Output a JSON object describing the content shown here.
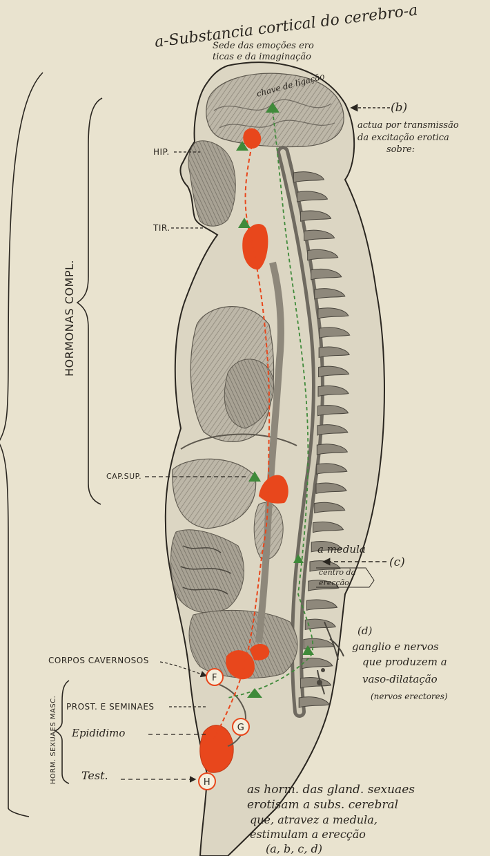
{
  "title": {
    "line1": "a-Substancia cortical do cerebro-a",
    "line2": "Sede das emoções ero",
    "line3": "ticas e da imaginação"
  },
  "brain_label": "chave de ligação",
  "b": {
    "marker": "(b)",
    "line1": "actua por transmissão",
    "line2": "da excitação erotica",
    "line3": "sobre:"
  },
  "left_labels": {
    "hip": "HIP.",
    "tir": "TIR.",
    "cap_sup": "CAP.SUP.",
    "corpos_cavernosos": "CORPOS CAVERNOSOS",
    "prost_seminaes": "PROST. E SEMINAES",
    "epididimo": "Epididimo",
    "test": "Test."
  },
  "vertical_labels": {
    "hormonas_compl": "HORMONAS COMPL.",
    "horm_sexuaes": "HORM. SEXUAES MASC."
  },
  "c": {
    "title": "a medula",
    "marker": "(c)",
    "line1": "centro da",
    "line2": "erecção"
  },
  "d": {
    "marker": "(d)",
    "line1": "ganglio e nervos",
    "line2": "que produzem a",
    "line3": "vaso-dilatação",
    "line4": "(nervos erectores)"
  },
  "circles": {
    "f": "F",
    "g": "G",
    "h": "H"
  },
  "bottom_note": {
    "line1": "as horm. das gland. sexuaes",
    "line2": "erotisam a subs. cerebral",
    "line3": "que, atravez a medula,",
    "line4": "estimulam a erecção",
    "line5": "(a, b, c, d)"
  },
  "colors": {
    "paper": "#e9e3cf",
    "gland": "#e8471c",
    "arrow_green": "#3f8a3a",
    "ink": "#2a2620",
    "body_shade": "#9a958a"
  }
}
